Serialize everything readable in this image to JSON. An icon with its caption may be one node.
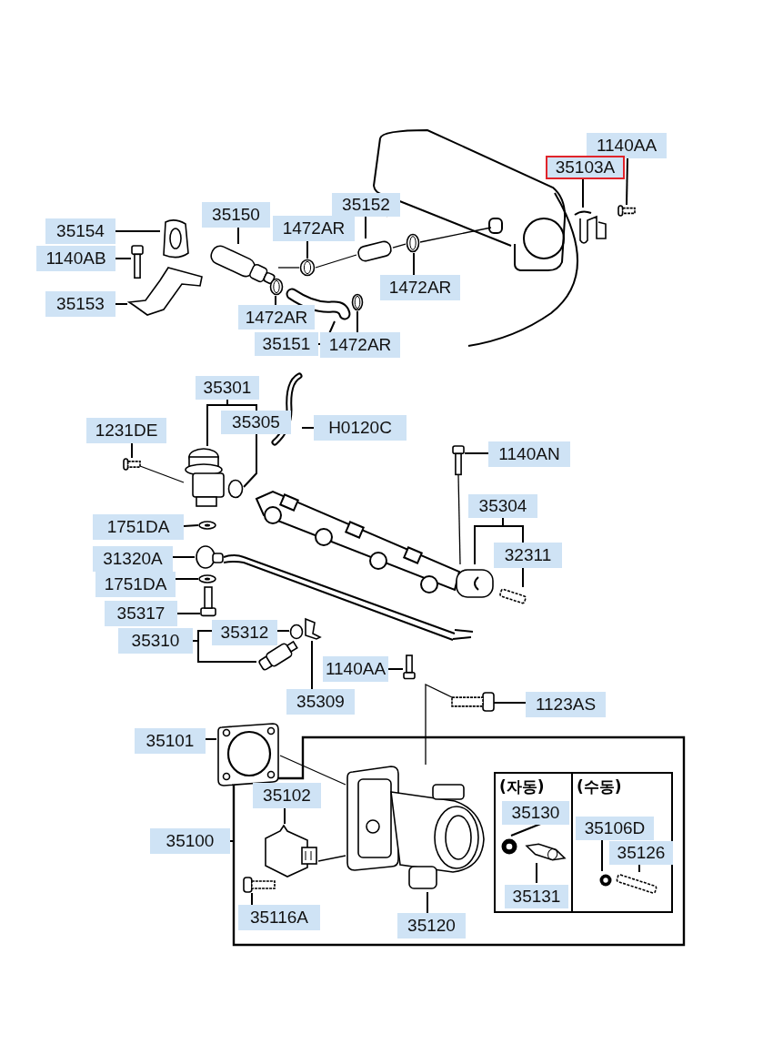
{
  "diagram": {
    "nodes": [
      {
        "text": [
          "1140AA"
        ]
      },
      {
        "text": [
          "35103A"
        ]
      },
      {
        "text": [
          "35154"
        ]
      },
      {
        "text": [
          "1140AB"
        ]
      },
      {
        "text": [
          "35153"
        ]
      },
      {
        "text": [
          "35150"
        ]
      },
      {
        "text": [
          "1472AR"
        ]
      },
      {
        "text": [
          "35152"
        ]
      },
      {
        "text": [
          "1472AR"
        ]
      },
      {
        "text": [
          "1472AR"
        ]
      },
      {
        "text": [
          "35151"
        ]
      },
      {
        "text": [
          "1472AR"
        ]
      },
      {
        "text": [
          "35301"
        ]
      },
      {
        "text": [
          "35305"
        ]
      },
      {
        "text": [
          "H0120C"
        ]
      },
      {
        "text": [
          "1231DE"
        ]
      },
      {
        "text": [
          "1140AN"
        ]
      },
      {
        "text": [
          "35304"
        ]
      },
      {
        "text": [
          "32311"
        ]
      },
      {
        "text": [
          "1751DA"
        ]
      },
      {
        "text": [
          "31320A"
        ]
      },
      {
        "text": [
          "1751DA"
        ]
      },
      {
        "text": [
          "35317"
        ]
      },
      {
        "text": [
          "35312"
        ]
      },
      {
        "text": [
          "35310"
        ]
      },
      {
        "text": [
          "1140AA"
        ]
      },
      {
        "text": [
          "35309"
        ]
      },
      {
        "text": [
          "1123AS"
        ]
      },
      {
        "text": [
          "35101"
        ]
      },
      {
        "text": [
          "35100"
        ]
      },
      {
        "text": [],
        "shape": "box"
      },
      {
        "text": [
          "(자동)"
        ],
        "in": 30
      },
      {
        "text": [
          "(수동)"
        ],
        "in": 30
      },
      {
        "text": [
          "35102"
        ],
        "in": 30
      },
      {
        "text": [
          "35116A"
        ],
        "in": 30
      },
      {
        "text": [
          "35120"
        ],
        "in": 30
      },
      {
        "text": [
          "35130"
        ],
        "in": 31
      },
      {
        "text": [
          "35131"
        ],
        "in": 31
      },
      {
        "text": [
          "35106D"
        ],
        "in": 32
      },
      {
        "text": [
          "35126"
        ],
        "in": 32
      },
      {
        "text": [],
        "shape": "picture"
      },
      {
        "text": [],
        "shape": "picture"
      },
      {
        "text": [],
        "shape": "picture"
      },
      {
        "text": [],
        "shape": "picture"
      },
      {
        "text": [],
        "shape": "picture"
      },
      {
        "text": [],
        "shape": "cylinder"
      },
      {
        "text": [],
        "shape": "picture"
      },
      {
        "text": [],
        "shape": "cylinder"
      },
      {
        "text": [],
        "shape": "picture"
      },
      {
        "text": [],
        "shape": "picture"
      },
      {
        "text": [],
        "shape": "picture"
      },
      {
        "text": [],
        "shape": "picture"
      },
      {
        "text": [],
        "shape": "picture"
      },
      {
        "text": [],
        "shape": "circle"
      },
      {
        "text": [],
        "shape": "picture"
      },
      {
        "text": [],
        "shape": "picture"
      },
      {
        "text": [],
        "shape": "picture"
      },
      {
        "text": [],
        "shape": "picture"
      },
      {
        "text": [],
        "shape": "bar"
      },
      {
        "text": [],
        "shape": "picture"
      },
      {
        "text": [],
        "shape": "circle"
      },
      {
        "text": [],
        "shape": "picture"
      },
      {
        "text": [],
        "shape": "picture"
      },
      {
        "text": [],
        "shape": "circle"
      },
      {
        "text": [],
        "shape": "cylinder"
      },
      {
        "text": [],
        "shape": "picture"
      },
      {
        "text": [],
        "shape": "picture"
      },
      {
        "text": [],
        "shape": "picture"
      },
      {
        "text": [],
        "shape": "picture"
      },
      {
        "text": [],
        "shape": "picture",
        "in": 30
      },
      {
        "text": [],
        "shape": "picture",
        "in": 30
      },
      {
        "text": [],
        "shape": "picture",
        "in": 30
      },
      {
        "text": [],
        "shape": "picture",
        "in": 31
      },
      {
        "text": [],
        "shape": "picture",
        "in": 31
      },
      {
        "text": [],
        "shape": "picture",
        "in": 32
      },
      {
        "text": [],
        "shape": "bar",
        "in": 32
      }
    ],
    "edges": [
      {
        "from": 0,
        "to": 41,
        "arrow": "none"
      },
      {
        "from": 1,
        "to": 40,
        "arrow": "none"
      },
      {
        "from": 2,
        "to": 42,
        "arrow": "none"
      },
      {
        "from": 3,
        "to": 43,
        "arrow": "none"
      },
      {
        "from": 4,
        "to": 44,
        "arrow": "none"
      },
      {
        "from": 5,
        "to": 45,
        "arrow": "none"
      },
      {
        "from": 6,
        "to": 46,
        "arrow": "none"
      },
      {
        "from": 7,
        "to": 47,
        "arrow": "none"
      },
      {
        "from": 8,
        "to": 48,
        "arrow": "none"
      },
      {
        "from": 9,
        "to": 49,
        "arrow": "none"
      },
      {
        "from": 10,
        "to": 50,
        "arrow": "none"
      },
      {
        "from": 11,
        "to": 51,
        "arrow": "none"
      },
      {
        "from": 12,
        "to": 52,
        "arrow": "none"
      },
      {
        "from": 12,
        "to": 13,
        "arrow": "none"
      },
      {
        "from": 13,
        "to": 53,
        "arrow": "none"
      },
      {
        "from": 14,
        "to": 54,
        "arrow": "none"
      },
      {
        "from": 15,
        "to": 55,
        "arrow": "none"
      },
      {
        "from": 16,
        "to": 56,
        "arrow": "none"
      },
      {
        "from": 17,
        "to": 57,
        "arrow": "none"
      },
      {
        "from": 17,
        "to": 18,
        "arrow": "none"
      },
      {
        "from": 18,
        "to": 58,
        "arrow": "none"
      },
      {
        "from": 19,
        "to": 59,
        "arrow": "none"
      },
      {
        "from": 20,
        "to": 60,
        "arrow": "none"
      },
      {
        "from": 21,
        "to": 61,
        "arrow": "none"
      },
      {
        "from": 22,
        "to": 62,
        "arrow": "none"
      },
      {
        "from": 24,
        "to": 64,
        "arrow": "none"
      },
      {
        "from": 24,
        "to": 23,
        "arrow": "none"
      },
      {
        "from": 23,
        "to": 63,
        "arrow": "none"
      },
      {
        "from": 26,
        "to": 65,
        "arrow": "none"
      },
      {
        "from": 25,
        "to": 66,
        "arrow": "none"
      },
      {
        "from": 27,
        "to": 67,
        "arrow": "none"
      },
      {
        "from": 28,
        "to": 68,
        "arrow": "none"
      },
      {
        "from": 29,
        "to": 30,
        "arrow": "none"
      },
      {
        "from": 33,
        "to": 69,
        "arrow": "none"
      },
      {
        "from": 34,
        "to": 70,
        "arrow": "none"
      },
      {
        "from": 35,
        "to": 71,
        "arrow": "none"
      },
      {
        "from": 36,
        "to": 72,
        "arrow": "none"
      },
      {
        "from": 37,
        "to": 73,
        "arrow": "none"
      },
      {
        "from": 38,
        "to": 74,
        "arrow": "none"
      },
      {
        "from": 39,
        "to": 75,
        "arrow": "none"
      },
      {
        "from": 45,
        "to": 46,
        "arrow": "none"
      },
      {
        "from": 46,
        "to": 47,
        "arrow": "none"
      },
      {
        "from": 47,
        "to": 48,
        "arrow": "none"
      },
      {
        "from": 55,
        "to": 52,
        "arrow": "none"
      },
      {
        "from": 56,
        "to": 57,
        "arrow": "none"
      },
      {
        "from": 68,
        "to": 71,
        "arrow": "none"
      },
      {
        "from": 69,
        "to": 71,
        "arrow": "none"
      },
      {
        "from": 67,
        "to": 71,
        "arrow": "none"
      }
    ]
  }
}
